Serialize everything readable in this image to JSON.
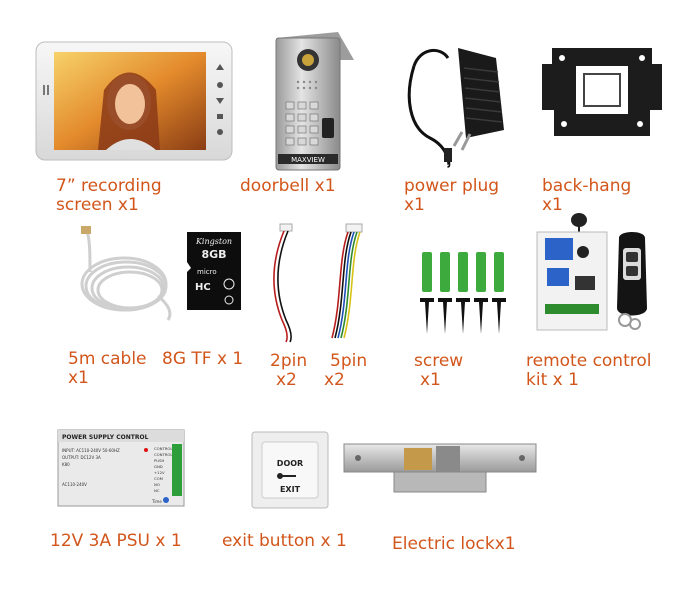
{
  "items": [
    {
      "id": "screen",
      "line1": "7” recording",
      "line2": "screen x1"
    },
    {
      "id": "doorbell",
      "line1": "doorbell x1"
    },
    {
      "id": "power-plug",
      "line1": "power plug",
      "line2": "x1"
    },
    {
      "id": "back-hang",
      "line1": "back-hang",
      "line2": "x1"
    },
    {
      "id": "cable",
      "line1": "5m cable",
      "line2": "x1"
    },
    {
      "id": "tf-card",
      "line1": "8G TF x 1"
    },
    {
      "id": "pin2",
      "line1": "2pin",
      "line2": "x2"
    },
    {
      "id": "pin5",
      "line1": "5pin",
      "line2": "x2"
    },
    {
      "id": "screw",
      "line1": "screw",
      "line2": "x1"
    },
    {
      "id": "remote",
      "line1": "remote control",
      "line2": "kit x 1"
    },
    {
      "id": "psu",
      "line1": "12V 3A PSU x 1"
    },
    {
      "id": "exit-button",
      "line1": "exit button x 1"
    },
    {
      "id": "lock",
      "line1": "Electric lockx1"
    }
  ],
  "product_text": {
    "doorbell_brand": "MAXVIEW",
    "sd_brand": "Kingston",
    "sd_capacity": "8GB",
    "sd_type": "micro",
    "sd_class": "HC",
    "psu_title": "POWER SUPPLY CONTROL",
    "psu_input": "INPUT: AC110-240V  50-60HZ",
    "psu_output": "OUTPUT: DC12V  3A",
    "psu_model": "K80",
    "psu_terminals": [
      "CONTROL",
      "CONTROL",
      "PUSH",
      "GND",
      "+12V",
      "COM",
      "NO",
      "NC"
    ],
    "psu_ac": "AC110-240V",
    "psu_time": "Time",
    "exit_line1": "DOOR",
    "exit_line2": "EXIT"
  },
  "colors": {
    "label": "#d2561b"
  }
}
